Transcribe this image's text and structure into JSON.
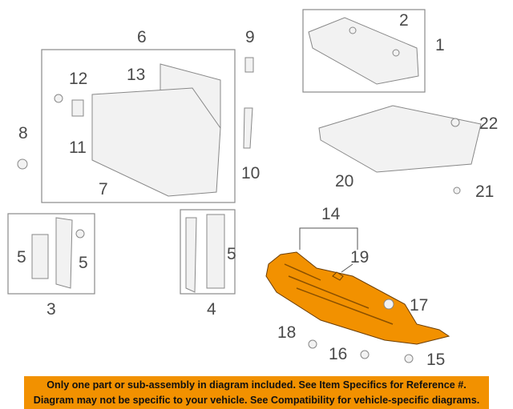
{
  "diagram": {
    "callouts": [
      "1",
      "2",
      "3",
      "4",
      "5",
      "5",
      "5",
      "6",
      "7",
      "8",
      "9",
      "10",
      "11",
      "12",
      "13",
      "14",
      "15",
      "16",
      "17",
      "18",
      "19",
      "20",
      "21",
      "22"
    ],
    "highlight_color": "#f29100"
  },
  "banner": {
    "line1": "Only one part or sub-assembly in diagram included. See Item Specifics for Reference #.",
    "line2": "Diagram may not be specific to your vehicle. See Compatibility for vehicle-specific diagrams."
  }
}
